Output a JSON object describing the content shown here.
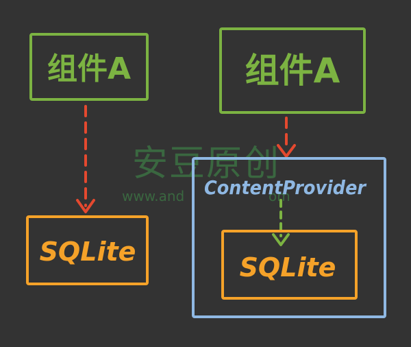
{
  "diagram": {
    "left": {
      "component_label": "组件A",
      "storage_label": "SQLite"
    },
    "right": {
      "component_label": "组件A",
      "provider_label": "ContentProvider",
      "storage_label": "SQLite"
    },
    "watermark": {
      "title": "安豆原创",
      "url_start": "www.and",
      "url_end": "om"
    }
  },
  "colors": {
    "background": "#333333",
    "component": "#7cb342",
    "storage": "#f5a229",
    "direct_arrow": "#e5492f",
    "provider": "#8fb8e3",
    "provider_arrow": "#7cb342",
    "watermark": "#3f8a4a"
  },
  "icons": {
    "arrow": "arrow-down-icon"
  }
}
